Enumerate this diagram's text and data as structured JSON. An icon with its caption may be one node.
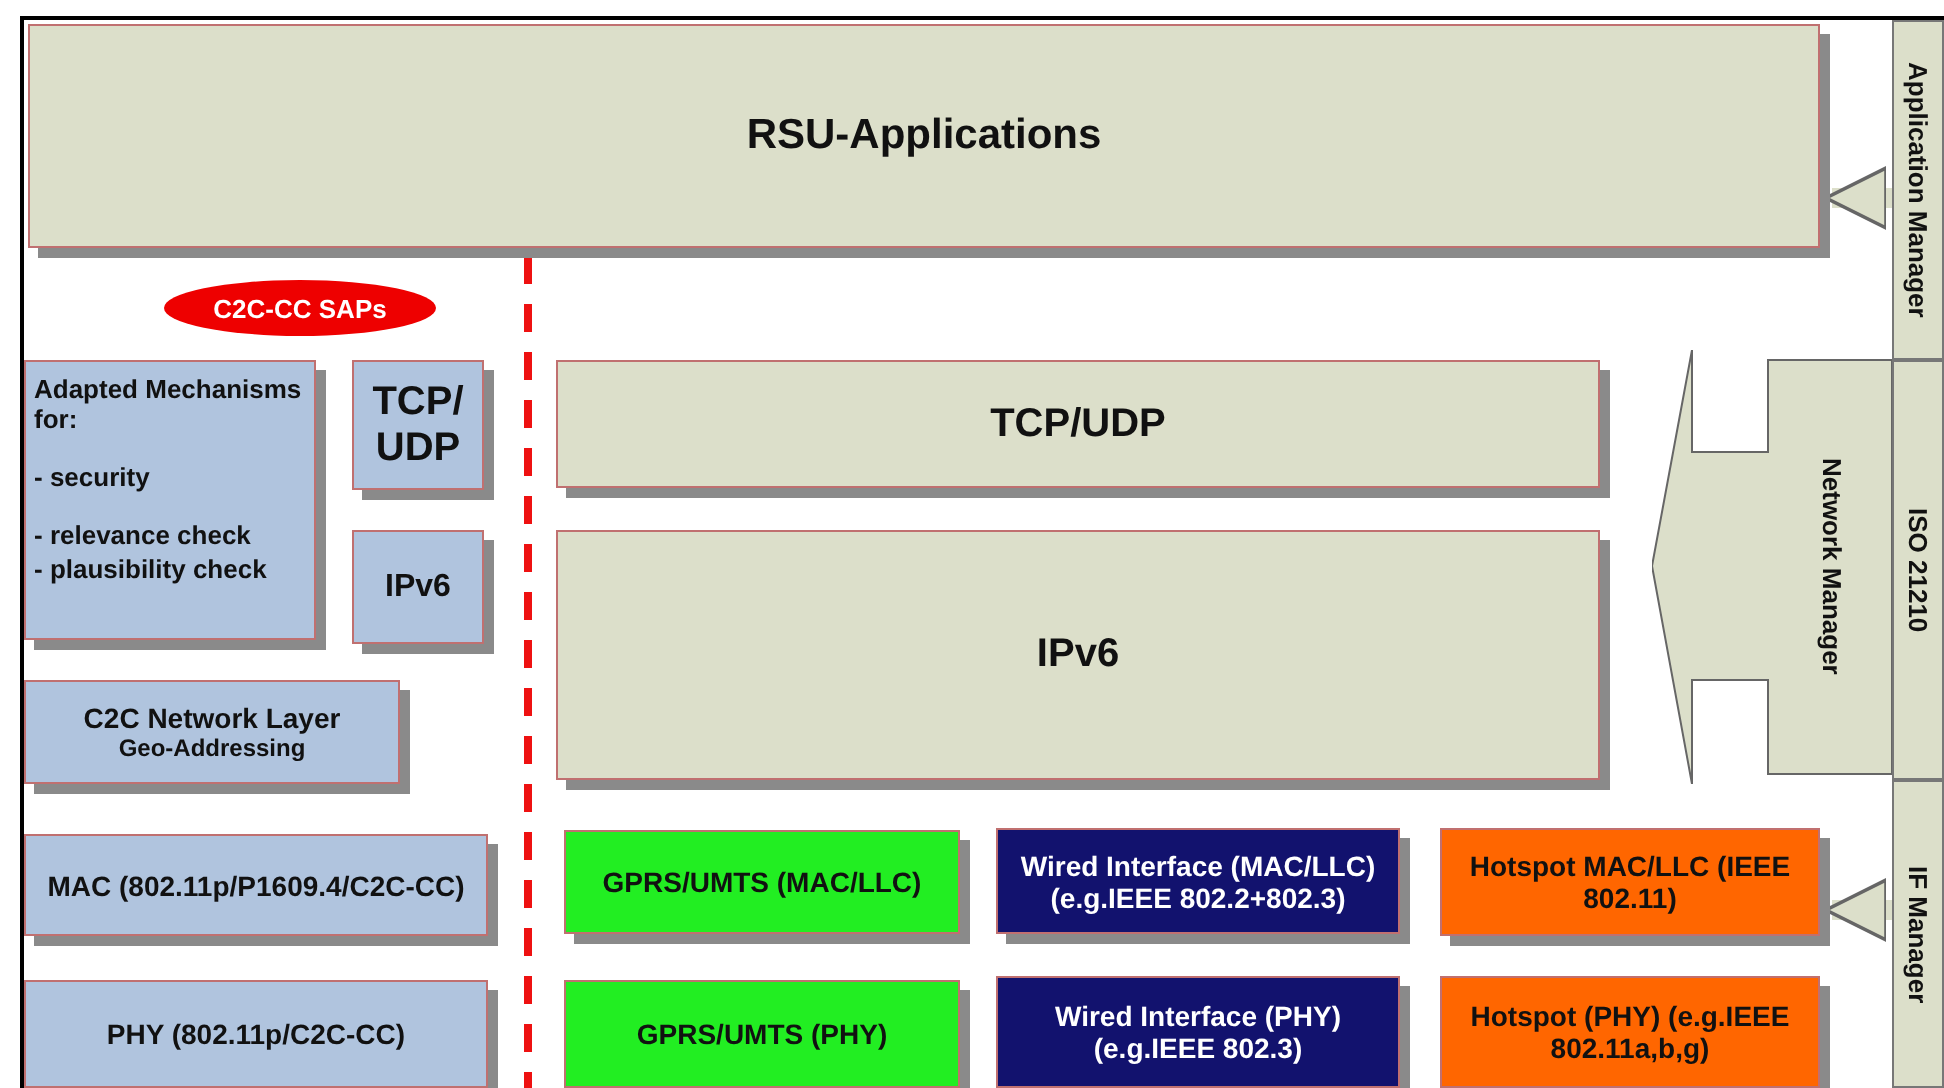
{
  "diagram": {
    "nodes": [
      {
        "text": [
          "RSU-Applications"
        ]
      },
      {
        "text": [
          "C2C-CC SAPs"
        ]
      },
      {
        "text": [
          "Adapted Mechanisms for:",
          "- security",
          "- relevance check",
          "- plausibility check"
        ]
      },
      {
        "text": [
          "TCP/ UDP"
        ]
      },
      {
        "text": [
          "IPv6"
        ]
      },
      {
        "text": [
          "C2C Network Layer",
          "Geo-Addressing"
        ]
      },
      {
        "text": [
          "TCP/UDP"
        ]
      },
      {
        "text": [
          "IPv6"
        ]
      },
      {
        "text": [
          "MAC (802.11p/P1609.4/C2C-CC)"
        ]
      },
      {
        "text": [
          "GPRS/UMTS (MAC/LLC)"
        ]
      },
      {
        "text": [
          "Wired Interface (MAC/LLC) (e.g.IEEE 802.2+802.3)"
        ]
      },
      {
        "text": [
          "Hotspot MAC/LLC (IEEE 802.11)"
        ]
      },
      {
        "text": [
          "PHY (802.11p/C2C-CC)"
        ]
      },
      {
        "text": [
          "GPRS/UMTS (PHY)"
        ]
      },
      {
        "text": [
          "Wired Interface (PHY) (e.g.IEEE 802.3)"
        ]
      },
      {
        "text": [
          "Hotspot (PHY) (e.g.IEEE 802.11a,b,g)"
        ]
      },
      {
        "text": [
          "Network Manager"
        ]
      },
      {
        "text": [
          "Application Manager"
        ]
      },
      {
        "text": [
          "ISO 21210"
        ]
      },
      {
        "text": [
          "IF Manager"
        ]
      }
    ],
    "edges": [
      {
        "from": 17,
        "to": 0,
        "arrow": "to"
      },
      {
        "from": 19,
        "to": 11,
        "arrow": "to"
      }
    ]
  }
}
